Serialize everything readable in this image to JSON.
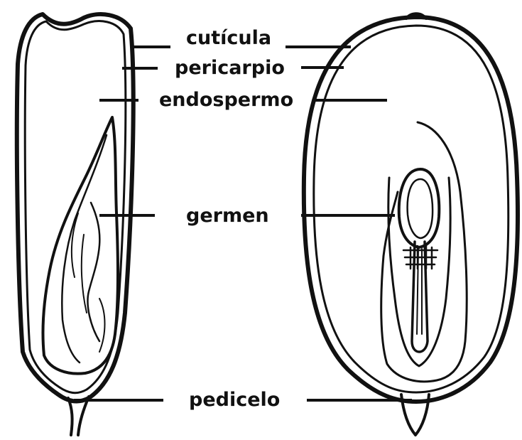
{
  "labels": {
    "cuticula": "cutícula",
    "pericarpio": "pericarpio",
    "endospermo": "endospermo",
    "germen": "germen",
    "pedicelo": "pedicelo"
  },
  "colors": {
    "ink": "#111111",
    "background": "#ffffff"
  }
}
